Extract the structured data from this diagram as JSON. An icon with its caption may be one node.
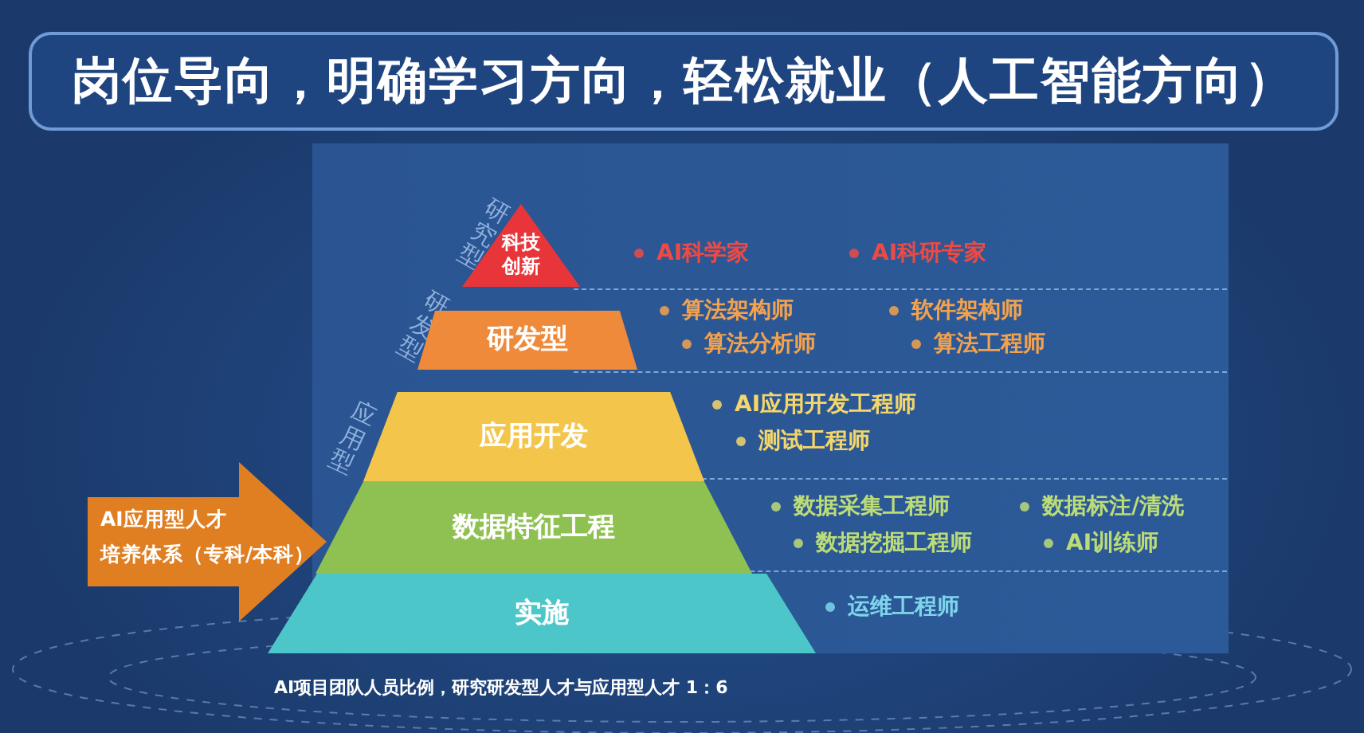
{
  "diagram": {
    "title": "岗位导向，明确学习方向，轻松就业（人工智能方向）",
    "caption": "AI项目团队人员比例，研究研发型人才与应用型人才 1：6",
    "nodes": [
      {
        "text": [
          "科技创新"
        ],
        "beside": [
          "AI科学家"
        ]
      },
      {
        "text": [
          "研发型"
        ],
        "beside": [
          "算法架构师",
          "软件架构师",
          "算法分析师",
          "算法工程师"
        ]
      },
      {
        "text": [
          "应用开发"
        ],
        "beside": [
          "AI应用开发工程师",
          "测试工程师"
        ]
      },
      {
        "text": [
          "数据特征工程"
        ],
        "beside": [
          "数据采集工程师",
          "数据标注/清洗",
          "数据挖掘工程师",
          "AI训练师"
        ]
      },
      {
        "text": [
          "实施"
        ],
        "beside": [
          "运维工程师"
        ]
      },
      {
        "text": [
          "AI应用型人才",
          "培养体系（专科/本科）"
        ]
      }
    ],
    "labels": [
      "研究型",
      "AI科研专家",
      "研发型",
      "应用型"
    ]
  }
}
